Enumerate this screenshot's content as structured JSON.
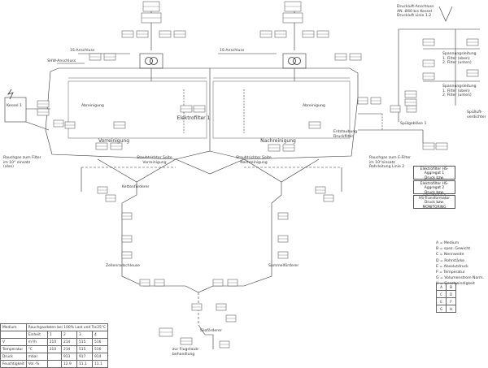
{
  "diagram": {
    "labels": {
      "ts_anschluss_links": "1S-Anschluss",
      "ts_anschluss_rechts": "1S-Anschluss",
      "shw_anschluss": "SHW-Anschluss",
      "kessel": "Kessel 1",
      "elektrofilter": "Elektrofilter 1",
      "vorreinigung": "Vorreinigung",
      "nachreinigung": "Nachreinigung",
      "abreinigung_links": "Abreinigung",
      "abreinigung_rechts": "Abreinigung",
      "entstaubung": "Entstaubung\nDruckfilter",
      "rauchgas_links": "Rauchgas zum Filter\nim 10° einsatz\n(also)",
      "rauchgas_rechts": "Rauchgas zum E-Filter\nim 10°einsatz\nRohrleitung Linie 2",
      "staubtrichter_links": "Staubtrichter Seite\nVorreinigung",
      "staubtrichter_rechts": "Staubtrichter Seite\nNachreinigung",
      "kettenfoerderer": "Kettenförderer",
      "zellenradschleuse": "Zellenradschleuse",
      "sammelfoerderer": "Sammelförderer",
      "silo_foerderer": "Siloförderer",
      "druckluft_top": "Druckluft-Anschluss\nAN. Ø40 bis Kessel\nDruckluft Linie 1.2",
      "filter_rechts_oben": "Spannungsleitung\n1. Filter (oben)\n2. Filter (unten)",
      "filter_rechts_mitte": "Spannungsleitung\n1. Filter (oben)\n2. Filter (unten)",
      "spuelluft": "Spülluft-\nverdichter",
      "spuelgebläse": "Spülgebläse 1",
      "austrag": "zur Flugstaub-\nbehandlung"
    },
    "legend_boxes": [
      "Elektrofilter HS-Aggregat 1\nDruck bzw.\nAnzeigeleer",
      "Elektrofilter HS-Aggregat 2\nDruck bzw.\nMONITORING",
      "HS-Transformator\nDruck bzw.\nMONITORING"
    ],
    "key_list": "A = Medium\nB = spez. Gewicht\nC = Nennweite\nD = Rohrstärke\nE = Absolutdruck\nF = Temperatur\nG = Volumenstrom Norm.\nH = Geschwindigkeit",
    "mini_table": [
      [
        "A",
        "B"
      ],
      [
        "C",
        "D"
      ],
      [
        "E",
        "F"
      ],
      [
        "G",
        "H"
      ]
    ],
    "table": {
      "title": "Rauchgasdaten bei 100% Last und Tsc25°C",
      "header": [
        "Medium",
        "Einheit",
        "1",
        "2",
        "3",
        "4"
      ],
      "rows": [
        [
          "V",
          "m³/h",
          "210",
          "214",
          "515",
          "516"
        ],
        [
          "Temperatur",
          "°C",
          "210",
          "214",
          "515",
          "516"
        ],
        [
          "Druck",
          "mbar",
          "",
          "913",
          "917",
          "914"
        ],
        [
          "Feuchtigkeit",
          "Vol.-%",
          "",
          "12.9",
          "11.1",
          "11.1"
        ]
      ]
    }
  }
}
